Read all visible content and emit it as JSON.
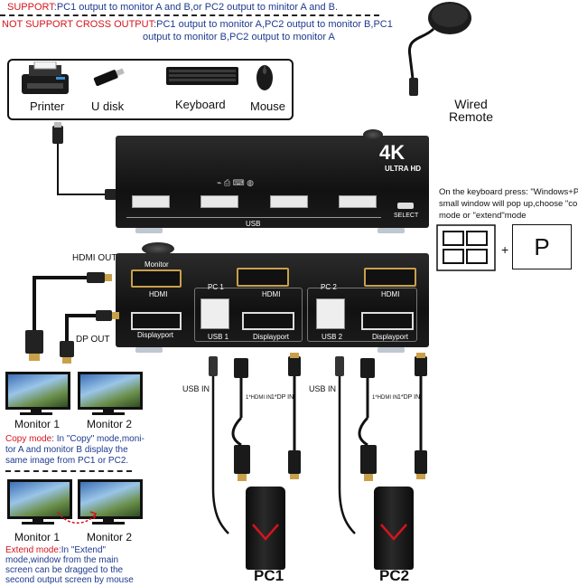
{
  "support": {
    "label": "SUPPORT",
    "text": ":PC1 output to monitor A and B,or PC2 output to minitor A and B."
  },
  "not_support": {
    "label": "NOT SUPPORT CROSS OUTPUT",
    "line1": ":PC1 output to monitor A,PC2 output to monitor B,PC1",
    "line2": "output to monitor B,PC2 output to monitor A"
  },
  "peripherals": {
    "printer": "Printer",
    "udisk": "U disk",
    "keyboard": "Keyboard",
    "mouse": "Mouse"
  },
  "remote": {
    "line1": "Wired",
    "line2": "Remote"
  },
  "device": {
    "badge_big": "4K",
    "badge_small": "ULTRA HD",
    "usb_label": "USB",
    "select_label": "SELECT",
    "monitor_label": "Monitor",
    "hdmi_label": "HDMI",
    "displayport_label": "Displayport",
    "pc1_label": "PC 1",
    "pc2_label": "PC 2",
    "usb1_label": "USB 1",
    "usb2_label": "USB 2"
  },
  "keyboard_tip": {
    "line1": "On the keyboard press: \"Windows+P\",a",
    "line2": "small window will pop up,choose \"copy\"",
    "line3": "mode or \"extend\"mode"
  },
  "tip_symbols": {
    "plus": "+",
    "p_key": "P"
  },
  "cables": {
    "hdmi_out": "HDMI OUT",
    "dp_out": "DP OUT",
    "usb_in_1": "USB IN",
    "usb_in_2": "USB IN",
    "hdmi_in_1": "1*HDMI IN",
    "dp_in_1": "1*DP IN",
    "hdmi_in_2": "1*HDMI IN",
    "dp_in_2": "1*DP IN"
  },
  "copy_mode": {
    "monitor1": "Monitor 1",
    "monitor2": "Monitor 2",
    "label": "Copy mode",
    "line1": ": In \"Copy\" mode,moni-",
    "line2": "tor A and monitor B display the",
    "line3": "same image from PC1 or PC2."
  },
  "extend_mode": {
    "monitor1": "Monitor 1",
    "monitor2": "Monitor 2",
    "label": "Extend mode",
    "line1": ":In \"Extend\"",
    "line2": "mode,window from the main",
    "line3": "screen can be dragged to the",
    "line4": "second output screen by mouse"
  },
  "pcs": {
    "pc1": "PC1",
    "pc2": "PC2"
  },
  "colors": {
    "accent_red": "#d4141c",
    "accent_blue": "#1e3a8f",
    "hdmi_gold": "#c9a04a"
  }
}
